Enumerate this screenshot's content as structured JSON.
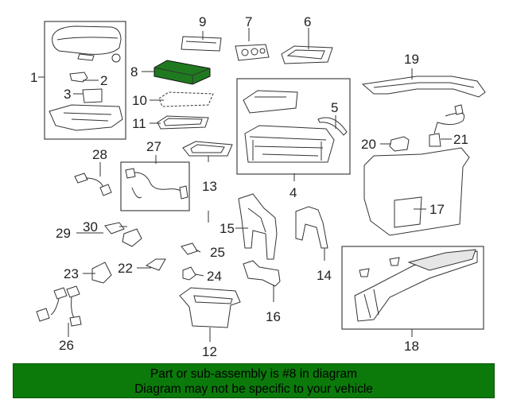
{
  "callouts": [
    "1",
    "2",
    "3",
    "4",
    "5",
    "6",
    "7",
    "8",
    "9",
    "10",
    "11",
    "12",
    "13",
    "14",
    "15",
    "16",
    "17",
    "18",
    "19",
    "20",
    "21",
    "22",
    "23",
    "24",
    "25",
    "26",
    "27",
    "28",
    "29",
    "30"
  ],
  "highlighted_part": "8",
  "colors": {
    "banner": "#0b7a0b",
    "highlight": "#1f7a1f"
  },
  "banner": {
    "line1": "Part or sub-assembly is #8 in diagram",
    "line2": "Diagram may not be specific to your vehicle"
  }
}
